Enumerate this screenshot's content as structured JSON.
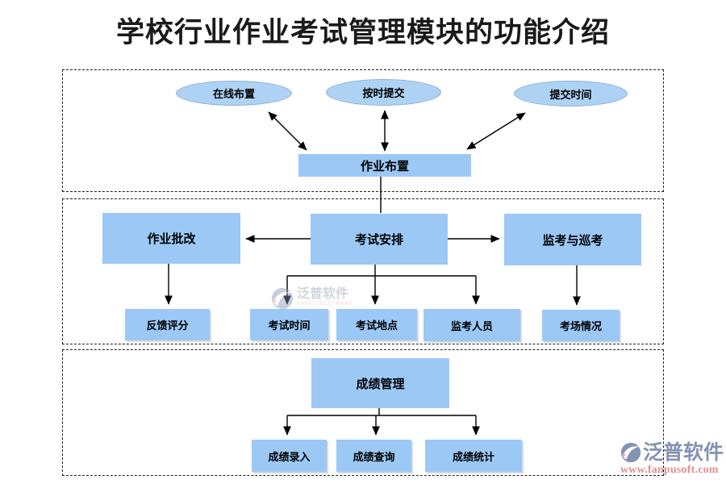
{
  "title": "学校行业作业考试管理模块的功能介绍",
  "diagram": {
    "assignment": {
      "satellites": [
        "在线布置",
        "按时提交",
        "提交时间"
      ],
      "hub": "作业布置"
    },
    "exam": {
      "homework_review": "作业批改",
      "exam_schedule": "考试安排",
      "proctoring": "监考与巡考",
      "feedback_score": "反馈评分",
      "exam_time": "考试时间",
      "exam_place": "考试地点",
      "proctor_staff": "监考人员",
      "room_status": "考场情况"
    },
    "score": {
      "hub": "成绩管理",
      "entry": "成绩录入",
      "query": "成绩查询",
      "stats": "成绩统计"
    }
  },
  "watermark": {
    "brand": "泛普软件",
    "brand_sub": "FANPU SOFTWARE",
    "url": "www.fanpusoft.com"
  },
  "colors": {
    "node_fill": "#9cc8f6",
    "ellipse_fill": "#aed2f4",
    "ellipse_border": "#8fb2dd",
    "line": "#000000",
    "title_text": "#1a1a1a",
    "watermark_blue": "#8493b3",
    "watermark_red": "#e08f8f"
  }
}
